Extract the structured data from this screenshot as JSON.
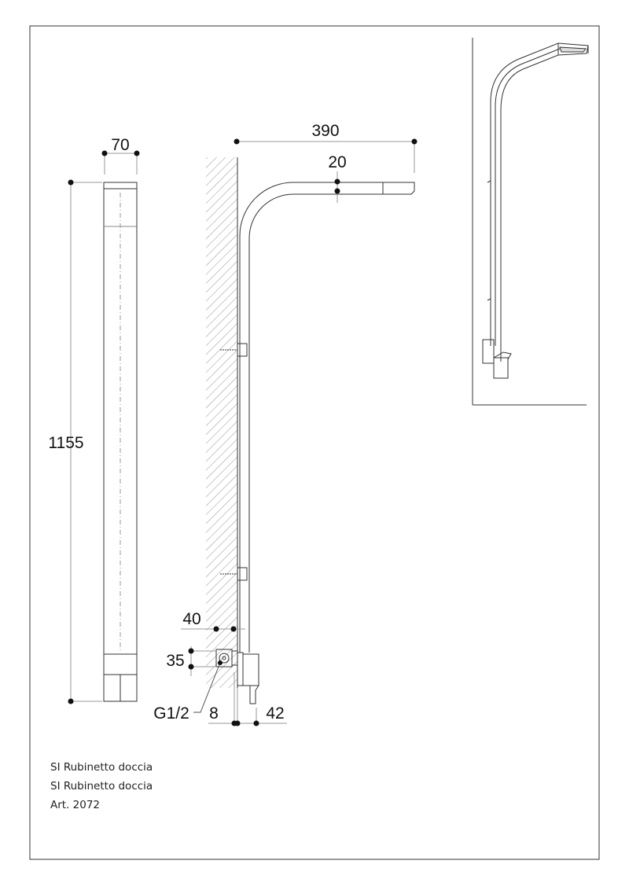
{
  "dimensions": {
    "width_front": "70",
    "height_total": "1155",
    "projection": "390",
    "head_thickness": "20",
    "wall_offset": "40",
    "valve_height": "35",
    "connection": "G1/2",
    "gap": "8",
    "mixer_depth": "42"
  },
  "caption": {
    "line1": "SI Rubinetto doccia",
    "line2": "SI Rubinetto doccia",
    "line3": "Art. 2072"
  }
}
